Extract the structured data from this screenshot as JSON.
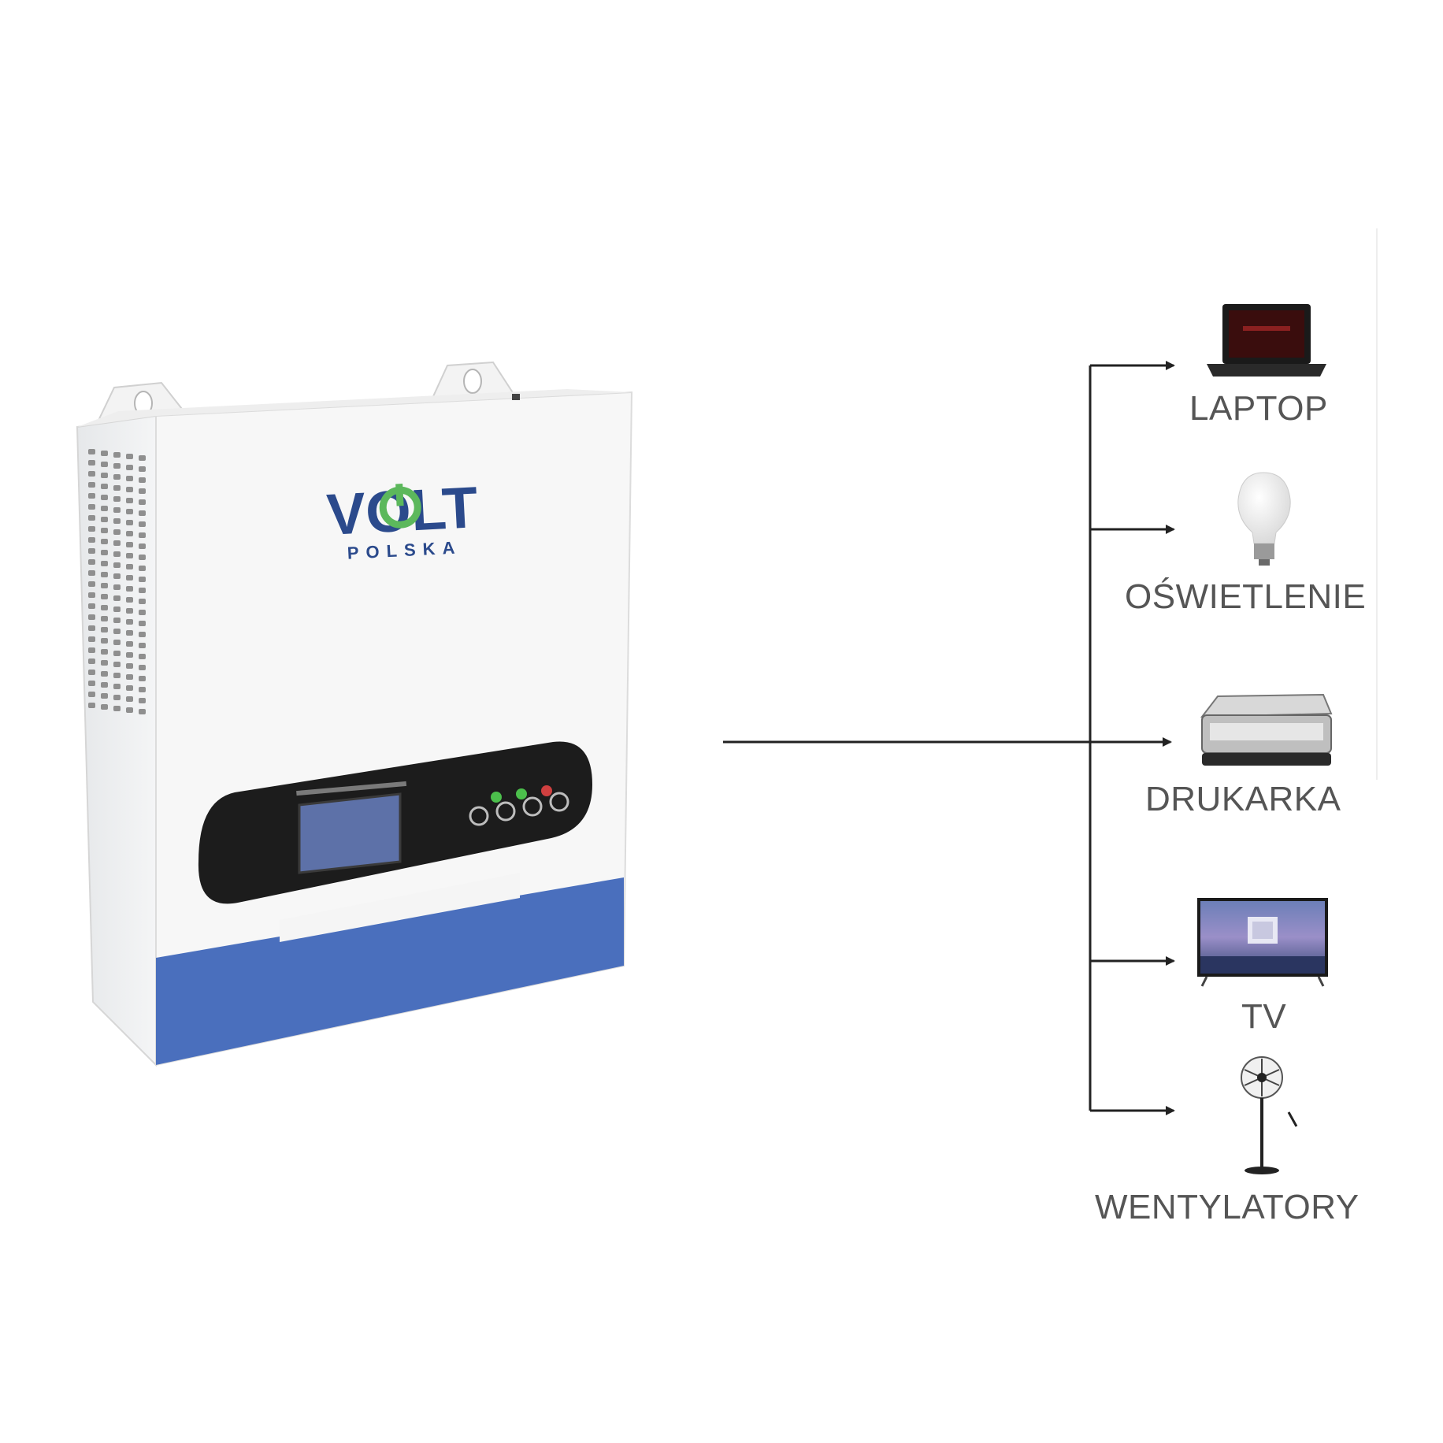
{
  "brand": {
    "logo_text": "VOLT",
    "logo_subtext": "POLSKA",
    "colors": {
      "navy": "#2b4a8c",
      "green": "#5cb85c",
      "panel_blue": "#4a6fbd"
    }
  },
  "device": {
    "name": "inverter",
    "panel_leds": [
      "green",
      "green",
      "red"
    ]
  },
  "loads": [
    {
      "label": "LAPTOP",
      "icon": "laptop-icon"
    },
    {
      "label": "OŚWIETLENIE",
      "icon": "light-bulb-icon"
    },
    {
      "label": "DRUKARKA",
      "icon": "printer-icon"
    },
    {
      "label": "TV",
      "icon": "tv-icon"
    },
    {
      "label": "WENTYLATORY",
      "icon": "fan-icon"
    }
  ]
}
